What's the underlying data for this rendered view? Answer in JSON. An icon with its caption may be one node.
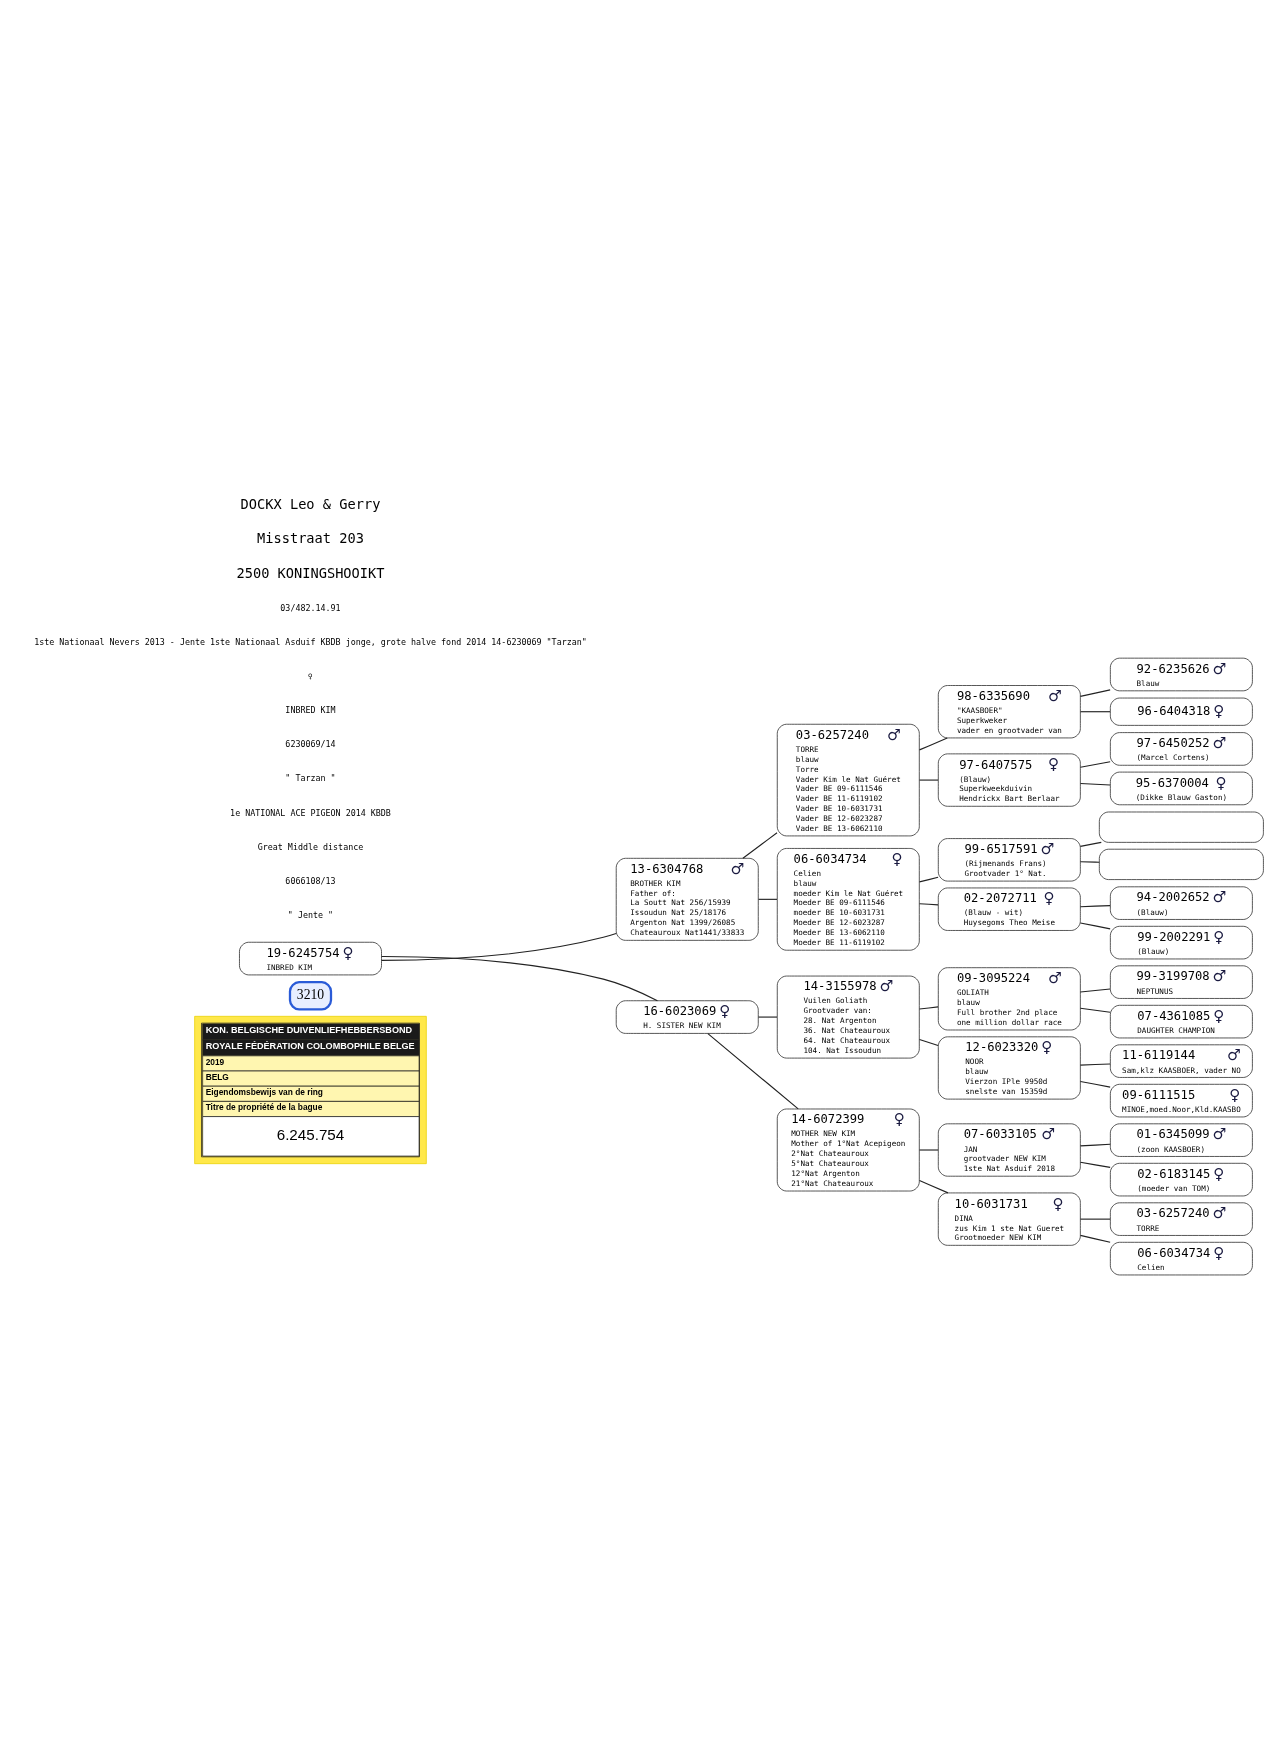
{
  "diagram": {
    "nodes": [
      {
        "text": [
          "KON. BELGISCHE DUIVENLIEFHEBBERSBOND",
          "ROYALE FÉDÉRATION COLOMBOPHILE BELGE",
          "2019",
          "BELG",
          "Eigendomsbewijs van de ring",
          "Titre de propriété de la bague",
          "6.245.754"
        ]
      },
      {
        "text": [
          "3210"
        ]
      },
      {
        "text": [
          "19-6245754",
          "♀",
          "INBRED KIM"
        ]
      },
      {
        "text": [
          "13-6304768",
          "♂",
          "BROTHER KIM",
          "Father of:",
          "La Soutt Nat 256/15939",
          "Issoudun Nat 25/18176",
          "Argenton Nat 1399/26085",
          "Chateauroux Nat1441/33833"
        ]
      },
      {
        "text": [
          "16-6023069",
          "♀",
          "H. SISTER NEW KIM"
        ]
      },
      {
        "text": [
          "03-6257240",
          "♂",
          "TORRE",
          "blauw",
          "Torre",
          "Vader Kim le Nat Guéret",
          "Vader BE 09-6111546",
          "Vader BE 11-6119102",
          "Vader BE 10-6031731",
          "Vader BE 12-6023287",
          "Vader BE 13-6062110"
        ]
      },
      {
        "text": [
          "06-6034734",
          "♀",
          "Celien",
          "blauw",
          "moeder Kim le Nat Guéret",
          "Moeder BE 09-6111546",
          "moeder BE 10-6031731",
          "Moeder BE 12-6023287",
          "Moeder BE 13-6062110",
          "Moeder BE 11-6119102"
        ]
      },
      {
        "text": [
          "14-3155978",
          "♂",
          "Vuilen Goliath",
          "Grootvader van:",
          "28. Nat Argenton",
          "36. Nat Chateauroux",
          "64. Nat Chateauroux",
          "104. Nat Issoudun"
        ]
      },
      {
        "text": [
          "14-6072399",
          "♀",
          "MOTHER NEW KIM",
          "Mother of 1°Nat Acepigeon",
          "2°Nat Chateauroux",
          "5°Nat Chateauroux",
          "12°Nat Argenton",
          "21°Nat Chateauroux"
        ]
      },
      {
        "text": [
          "98-6335690",
          "♂",
          "\"KAASBOER\"",
          "Superkweker",
          "vader en grootvader van"
        ]
      },
      {
        "text": [
          "97-6407575",
          "♀",
          "(Blauw)",
          "Superkweekduivin",
          "Hendrickx Bart Berlaar"
        ]
      },
      {
        "text": [
          "99-6517591",
          "♂",
          "(Rijmenands Frans)",
          "Grootvader 1° Nat."
        ]
      },
      {
        "text": [
          "02-2072711",
          "♀",
          "(Blauw - wit)",
          "Huysegoms Theo Meise"
        ]
      },
      {
        "text": [
          "09-3095224",
          "♂",
          "GOLIATH",
          "blauw",
          "Full brother 2nd place",
          "one million dollar race"
        ]
      },
      {
        "text": [
          "12-6023320",
          "♀",
          "NOOR",
          "blauw",
          "Vierzon IPle 9950d",
          "snelste van 15359d"
        ]
      },
      {
        "text": [
          "07-6033105",
          "♂",
          "JAN",
          "grootvader NEW KIM",
          "1ste Nat Asduif 2018"
        ]
      },
      {
        "text": [
          "10-6031731",
          "♀",
          "DINA",
          "zus Kim 1 ste Nat Gueret",
          "Grootmoeder NEW KIM"
        ]
      },
      {
        "text": [
          "92-6235626",
          "♂",
          "Blauw"
        ]
      },
      {
        "text": [
          "96-6404318",
          "♀"
        ]
      },
      {
        "text": [
          "97-6450252",
          "♂",
          "(Marcel Cortens)"
        ]
      },
      {
        "text": [
          "95-6370004",
          "♀",
          "(Dikke Blauw Gaston)"
        ]
      },
      {
        "text": [],
        "shape": "box"
      },
      {
        "text": [],
        "shape": "box"
      },
      {
        "text": [
          "94-2002652",
          "♂",
          "(Blauw)"
        ]
      },
      {
        "text": [
          "99-2002291",
          "♀",
          "(Blauw)"
        ]
      },
      {
        "text": [
          "99-3199708",
          "♂",
          "NEPTUNUS"
        ]
      },
      {
        "text": [
          "07-4361085",
          "♀",
          "DAUGHTER CHAMPION"
        ]
      },
      {
        "text": [
          "11-6119144",
          "♂",
          "Sam,klz KAASBOER, vader NO"
        ]
      },
      {
        "text": [
          "09-6111515",
          "♀",
          "MINOE,moed.Noor,Kld.KAASBO"
        ]
      },
      {
        "text": [
          "01-6345099",
          "♂",
          "(zoon KAASBOER)"
        ]
      },
      {
        "text": [
          "02-6183145",
          "♀",
          "(moeder van TOM)"
        ]
      },
      {
        "text": [
          "03-6257240",
          "♂",
          "TORRE"
        ]
      },
      {
        "text": [
          "06-6034734",
          "♀",
          "Celien"
        ]
      }
    ],
    "edges": [
      {
        "from": 2,
        "to": 3,
        "arrow": "none"
      },
      {
        "from": 2,
        "to": 4,
        "arrow": "none"
      },
      {
        "from": 3,
        "to": 5,
        "arrow": "none"
      },
      {
        "from": 3,
        "to": 6,
        "arrow": "none"
      },
      {
        "from": 4,
        "to": 7,
        "arrow": "none"
      },
      {
        "from": 4,
        "to": 8,
        "arrow": "none"
      },
      {
        "from": 5,
        "to": 9,
        "arrow": "none"
      },
      {
        "from": 5,
        "to": 10,
        "arrow": "none"
      },
      {
        "from": 6,
        "to": 11,
        "arrow": "none"
      },
      {
        "from": 6,
        "to": 12,
        "arrow": "none"
      },
      {
        "from": 7,
        "to": 13,
        "arrow": "none"
      },
      {
        "from": 7,
        "to": 14,
        "arrow": "none"
      },
      {
        "from": 8,
        "to": 15,
        "arrow": "none"
      },
      {
        "from": 8,
        "to": 16,
        "arrow": "none"
      },
      {
        "from": 9,
        "to": 17,
        "arrow": "none"
      },
      {
        "from": 9,
        "to": 18,
        "arrow": "none"
      },
      {
        "from": 10,
        "to": 19,
        "arrow": "none"
      },
      {
        "from": 10,
        "to": 20,
        "arrow": "none"
      },
      {
        "from": 11,
        "to": 21,
        "arrow": "none"
      },
      {
        "from": 11,
        "to": 22,
        "arrow": "none"
      },
      {
        "from": 12,
        "to": 23,
        "arrow": "none"
      },
      {
        "from": 12,
        "to": 24,
        "arrow": "none"
      },
      {
        "from": 13,
        "to": 25,
        "arrow": "none"
      },
      {
        "from": 13,
        "to": 26,
        "arrow": "none"
      },
      {
        "from": 14,
        "to": 27,
        "arrow": "none"
      },
      {
        "from": 14,
        "to": 28,
        "arrow": "none"
      },
      {
        "from": 15,
        "to": 29,
        "arrow": "none"
      },
      {
        "from": 15,
        "to": 30,
        "arrow": "none"
      },
      {
        "from": 16,
        "to": 31,
        "arrow": "none"
      },
      {
        "from": 16,
        "to": 32,
        "arrow": "none"
      }
    ],
    "labels": [
      "DOCKX Leo & Gerry",
      "Misstraat 203",
      "2500 KONINGSHOOIKT",
      "03/482.14.91",
      "1ste Nationaal Nevers 2013 - Jente 1ste Nationaal Asduif KBDB jonge, grote halve fond 2014 14-6230069 \"Tarzan\"",
      "♀",
      "INBRED KIM",
      "6230069/14",
      "\" Tarzan \"",
      "1e NATIONAL ACE PIGEON 2014 KBDB",
      "Great Middle distance",
      "6066108/13",
      "\" Jente \""
    ]
  }
}
